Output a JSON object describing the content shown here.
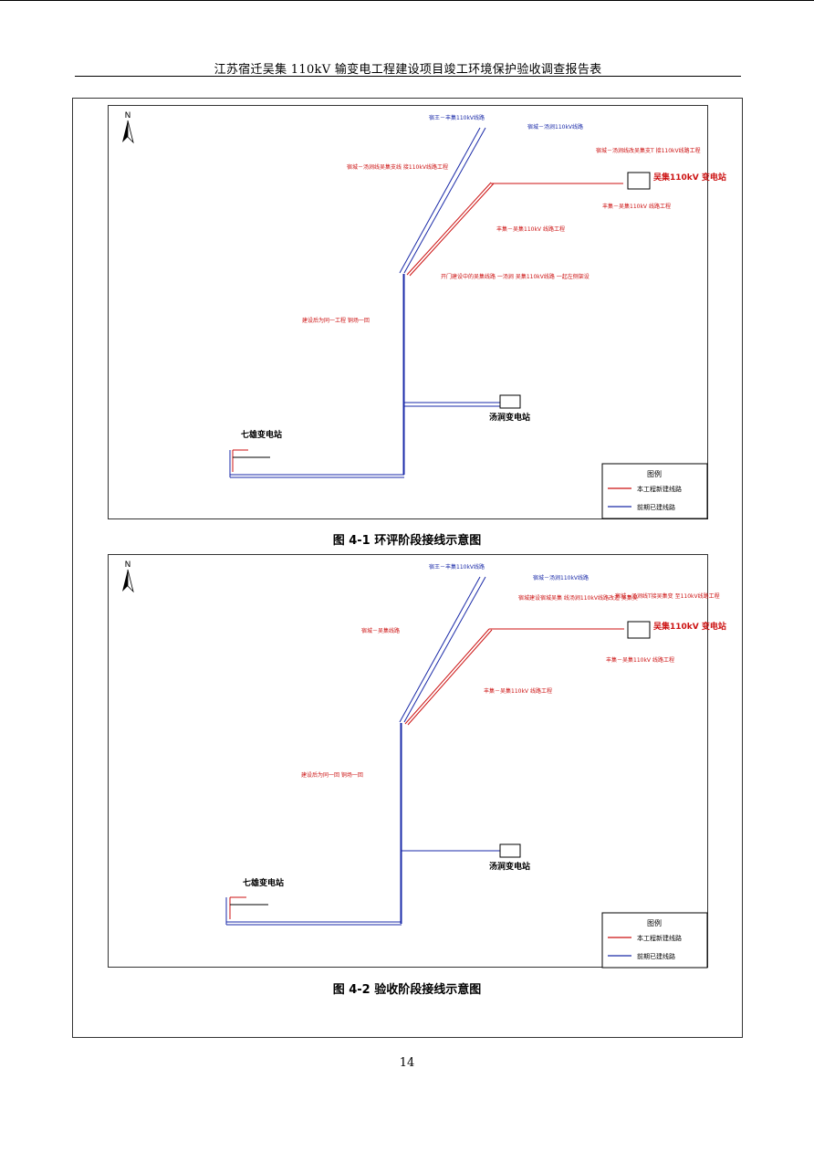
{
  "header": {
    "title": "江苏宿迁吴集 110kV 输变电工程建设项目竣工环境保护验收调查报告表"
  },
  "figures": [
    {
      "caption": "图 4-1  环评阶段接线示意图",
      "north": "N",
      "labels": {
        "top_left_line": "宿王－丰集110kV线路",
        "top_right_line": "宿城－汤涧110kV线路",
        "upper_right_project": "宿城－汤涧线改吴集支T 接110kV线路工程",
        "wuji_station": "吴集110kV 变电站",
        "left_project": "宿城－汤涧线吴集支线 接110kV线路工程",
        "right_project": "丰集－吴集110kV 线路工程",
        "mid_right_project": "丰集－吴集110kV 线路工程",
        "mid_project": "开门建设中的吴集线路 一汤涧 吴集110kV线路 一起左侧架设",
        "left_mid": "建设后为同一工程 铜场一回",
        "tangjian_station": "汤涧变电站",
        "qixiong_station": "七雄变电站"
      },
      "legend": {
        "title": "图例",
        "items": [
          {
            "label": "本工程新建线路",
            "color": "#cc1111"
          },
          {
            "label": "前期已建线路",
            "color": "#1a2aa8"
          }
        ]
      }
    },
    {
      "caption": "图 4-2  验收阶段接线示意图",
      "north": "N",
      "labels": {
        "top_left_line": "宿王－丰集110kV线路",
        "top_right_line": "宿城－汤涧110kV线路",
        "upper_mid_project": "宿城建设宿城吴集 线汤涧110kV线路改造 吴集吴",
        "upper_right_project": "宿城－汤涧线T接吴集变 至110kV线路工程",
        "wuji_station": "吴集110kV 变电站",
        "left_project": "宿城－吴集线路",
        "right_project": "丰集－吴集110kV 线路工程",
        "mid_right_project": "丰集－吴集110kV 线路工程",
        "left_mid": "建设后为同一回 铜场一回",
        "tangjian_station": "汤涧变电站",
        "qixiong_station": "七雄变电站"
      },
      "legend": {
        "title": "图例",
        "items": [
          {
            "label": "本工程新建线路",
            "color": "#cc1111"
          },
          {
            "label": "前期已建线路",
            "color": "#1a2aa8"
          }
        ]
      }
    }
  ],
  "page_number": "14"
}
